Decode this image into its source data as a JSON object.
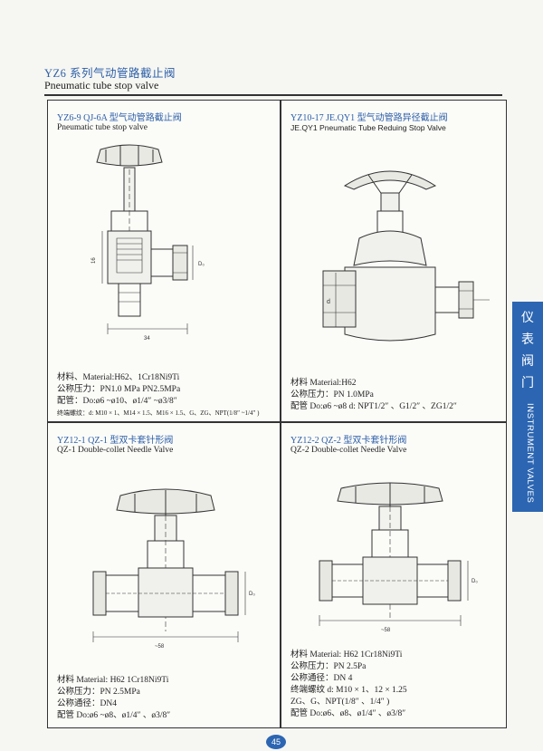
{
  "header": {
    "title_zh": "YZ6 系列气动管路截止阀",
    "title_en": "Pneumatic tube stop valve"
  },
  "panels": [
    {
      "title_zh": "YZ6-9 QJ-6A 型气动管路截止阀",
      "title_en": "Pneumatic tube stop valve",
      "dims": {
        "height": "16",
        "length": "34",
        "diameter": "D₀"
      },
      "specs": [
        "材料、Material:H62、1Cr18Ni9Ti",
        "公称压力：PN1.0 MPa PN2.5MPa",
        "配管：Do:ø6 ~ø10、ø1/4″ ~ø3/8″",
        "终端螺纹：d: M10 × 1、M14 × 1.5、M16 × 1.5、G、ZG、NPT(1/8″ ~1/4″ )"
      ]
    },
    {
      "title_zh": "YZ10-17 JE.QY1 型气动管路异径截止阀",
      "title_en": "JE.QY1 Pneumatic Tube Reduing Stop Valve",
      "dims": {
        "diameter": "d"
      },
      "specs": [
        "材料 Material:H62",
        "公称压力：PN 1.0MPa",
        "配管 Do:ø6 ~ø8  d: NPT1/2″ 、G1/2″ 、ZG1/2″"
      ]
    },
    {
      "title_zh": "YZ12-1 QZ-1 型双卡套针形阀",
      "title_en": "QZ-1  Double-collet Needle Valve",
      "dims": {
        "length": "~58",
        "diameter": "D₀"
      },
      "specs": [
        "材料 Material: H62 1Cr18Ni9Ti",
        "公称压力：PN 2.5MPa",
        "公称通径：DN4",
        "配管 Do:ø6 ~ø8、ø1/4″ 、ø3/8″"
      ]
    },
    {
      "title_zh": "YZ12-2 QZ-2 型双卡套针形阀",
      "title_en": "QZ-2  Double-collet Needle Valve",
      "dims": {
        "length": "~58",
        "diameter": "D₀"
      },
      "specs": [
        "材料 Material: H62 1Cr18Ni9Ti",
        "公称压力：PN 2.5Pa",
        "公称通径：DN 4",
        "终端螺纹 d: M10 × 1、12 × 1.25",
        "ZG、G、NPT(1/8″ 、1/4″ )",
        "配管 Do:ø6、ø8、ø1/4″ 、ø3/8″"
      ]
    }
  ],
  "side_tab": {
    "zh": [
      "仪",
      "表",
      "阀",
      "门"
    ],
    "en": "INSTRUMENT VALVES"
  },
  "page_number": "45",
  "colors": {
    "accent_blue": "#2c66b2",
    "title_blue": "#2b5ea8",
    "line": "#333333"
  }
}
